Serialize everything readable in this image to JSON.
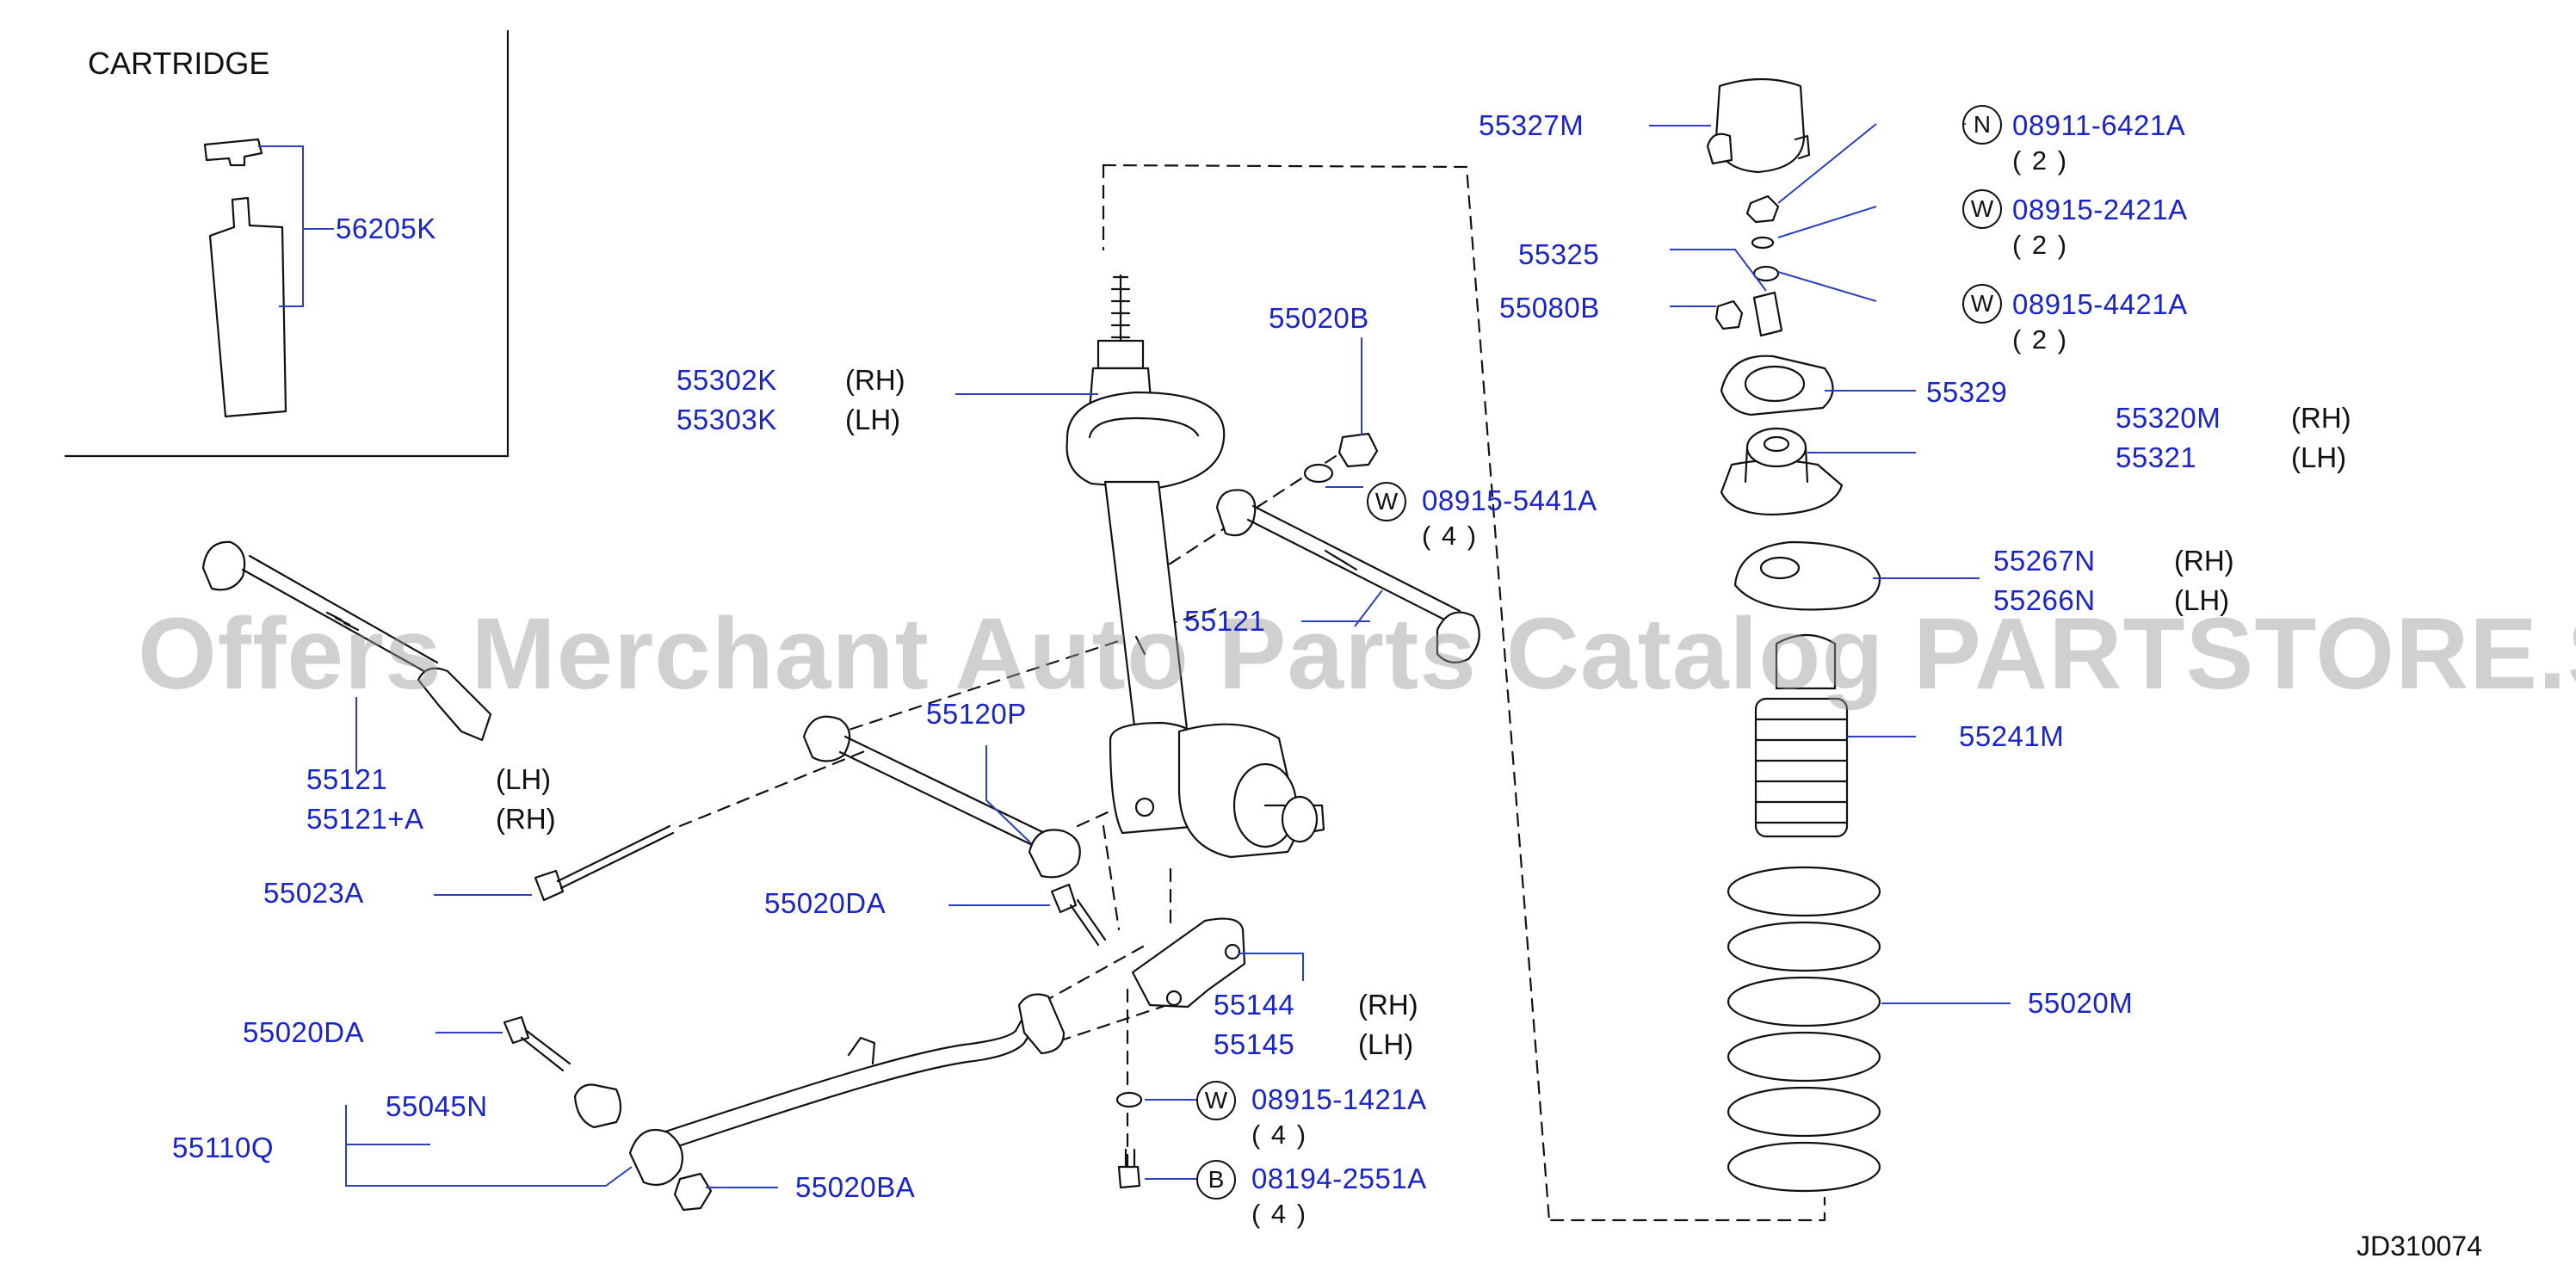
{
  "diagram_id": "JD310074",
  "watermark": "Offers Merchant Auto Parts Catalog PARTSTORE.SA",
  "cartridge": {
    "title": "CARTRIDGE",
    "part": "56205K"
  },
  "parts": {
    "p55327M": "55327M",
    "p55325": "55325",
    "p55080B": "55080B",
    "p55329": "55329",
    "p55320M": "55320M",
    "p55321": "55321",
    "p55267N": "55267N",
    "p55266N": "55266N",
    "p55241M": "55241M",
    "p55020M": "55020M",
    "p55302K": "55302K",
    "p55303K": "55303K",
    "p55020B": "55020B",
    "p55121_upper": "55121",
    "p55120P": "55120P",
    "p55121_lh": "55121",
    "p55121A_rh": "55121+A",
    "p55023A": "55023A",
    "p55020DA_mid": "55020DA",
    "p55144": "55144",
    "p55145": "55145",
    "p55020DA_low": "55020DA",
    "p55045N": "55045N",
    "p55110Q": "55110Q",
    "p55020BA": "55020BA"
  },
  "side_labels": {
    "rh": "(RH)",
    "lh": "(LH)"
  },
  "fasteners": [
    {
      "symbol": "N",
      "part": "08911-6421A",
      "qty": "( 2 )"
    },
    {
      "symbol": "W",
      "part": "08915-2421A",
      "qty": "( 2 )"
    },
    {
      "symbol": "W",
      "part": "08915-4421A",
      "qty": "( 2 )"
    },
    {
      "symbol": "W",
      "part": "08915-5441A",
      "qty": "( 4 )"
    },
    {
      "symbol": "W",
      "part": "08915-1421A",
      "qty": "( 4 )"
    },
    {
      "symbol": "B",
      "part": "08194-2551A",
      "qty": "( 4 )"
    }
  ],
  "colors": {
    "label": "#1a24c8",
    "leader": "#2b3fbf",
    "line": "#111111",
    "watermark": "#969696"
  }
}
